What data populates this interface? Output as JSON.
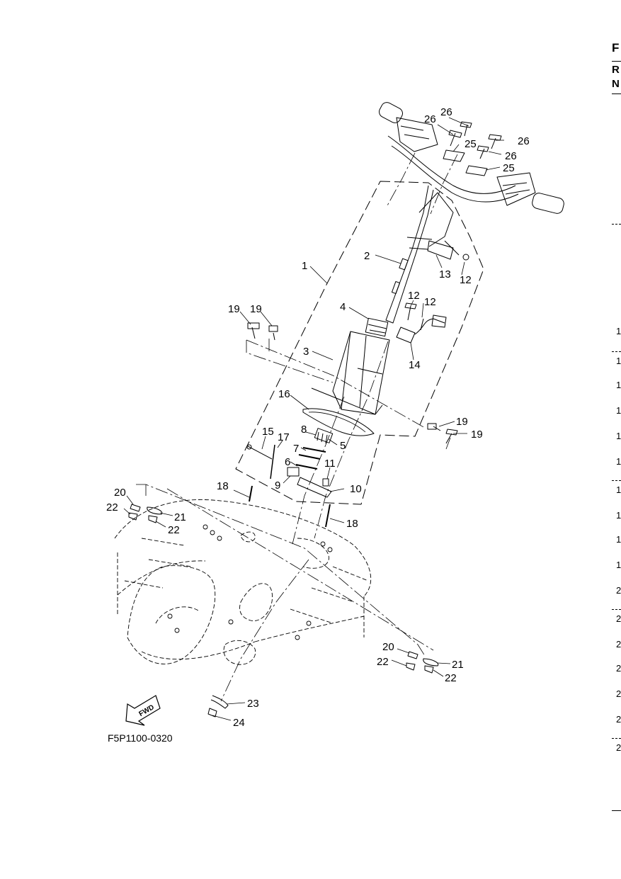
{
  "figure_code": "F5P1100-0320",
  "fwd_label": "FWD",
  "callouts": [
    {
      "id": "c26a",
      "text": "26"
    },
    {
      "id": "c26b",
      "text": "26"
    },
    {
      "id": "c26c",
      "text": "26"
    },
    {
      "id": "c26d",
      "text": "26"
    },
    {
      "id": "c25a",
      "text": "25"
    },
    {
      "id": "c25b",
      "text": "25"
    },
    {
      "id": "c2",
      "text": "2"
    },
    {
      "id": "c1",
      "text": "1"
    },
    {
      "id": "c13",
      "text": "13"
    },
    {
      "id": "c12a",
      "text": "12"
    },
    {
      "id": "c12b",
      "text": "12"
    },
    {
      "id": "c12c",
      "text": "12"
    },
    {
      "id": "c4",
      "text": "4"
    },
    {
      "id": "c14",
      "text": "14"
    },
    {
      "id": "c19a",
      "text": "19"
    },
    {
      "id": "c19b",
      "text": "19"
    },
    {
      "id": "c19c",
      "text": "19"
    },
    {
      "id": "c19d",
      "text": "19"
    },
    {
      "id": "c3",
      "text": "3"
    },
    {
      "id": "c16",
      "text": "16"
    },
    {
      "id": "c8",
      "text": "8"
    },
    {
      "id": "c5",
      "text": "5"
    },
    {
      "id": "c15",
      "text": "15"
    },
    {
      "id": "c17",
      "text": "17"
    },
    {
      "id": "c7",
      "text": "7"
    },
    {
      "id": "c6",
      "text": "6"
    },
    {
      "id": "c11",
      "text": "11"
    },
    {
      "id": "c9",
      "text": "9"
    },
    {
      "id": "c10",
      "text": "10"
    },
    {
      "id": "c18a",
      "text": "18"
    },
    {
      "id": "c18b",
      "text": "18"
    },
    {
      "id": "c20a",
      "text": "20"
    },
    {
      "id": "c21a",
      "text": "21"
    },
    {
      "id": "c22a",
      "text": "22"
    },
    {
      "id": "c22b",
      "text": "22"
    },
    {
      "id": "c20b",
      "text": "20"
    },
    {
      "id": "c22c",
      "text": "22"
    },
    {
      "id": "c21b",
      "text": "21"
    },
    {
      "id": "c22d",
      "text": "22"
    },
    {
      "id": "c23",
      "text": "23"
    },
    {
      "id": "c24",
      "text": "24"
    }
  ],
  "margin": {
    "letters": [
      "F",
      "R",
      "N"
    ],
    "numbers": [
      "1",
      "1",
      "1",
      "1",
      "1",
      "1",
      "1",
      "1",
      "1",
      "1",
      "2",
      "2",
      "2",
      "2",
      "2",
      "2",
      "2"
    ]
  }
}
